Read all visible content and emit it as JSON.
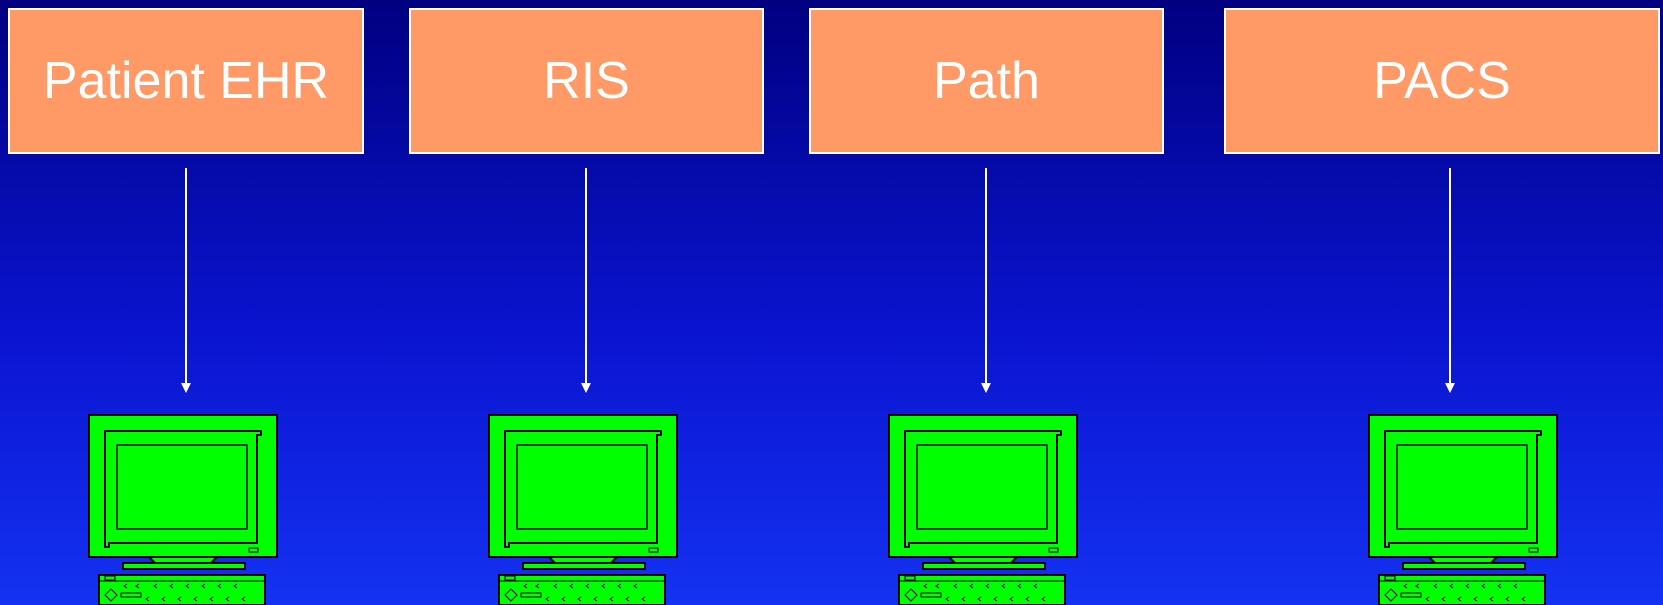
{
  "diagram": {
    "nodes": [
      {
        "id": "ehr",
        "label": "Patient EHR"
      },
      {
        "id": "ris",
        "label": "RIS"
      },
      {
        "id": "path",
        "label": "Path"
      },
      {
        "id": "pacs",
        "label": "PACS"
      }
    ],
    "edges": [
      {
        "from": "ehr",
        "to": "workstation-1"
      },
      {
        "from": "ris",
        "to": "workstation-2"
      },
      {
        "from": "path",
        "to": "workstation-3"
      },
      {
        "from": "pacs",
        "to": "workstation-4"
      }
    ],
    "workstations": [
      {
        "id": "workstation-1",
        "icon": "computer-icon"
      },
      {
        "id": "workstation-2",
        "icon": "computer-icon"
      },
      {
        "id": "workstation-3",
        "icon": "computer-icon"
      },
      {
        "id": "workstation-4",
        "icon": "computer-icon"
      }
    ]
  },
  "colors": {
    "background_top": "#000080",
    "background_bottom": "#1432F2",
    "box_fill": "#FF9966",
    "box_border": "#FFFFFF",
    "label_text": "#FFFFFF",
    "arrow": "#FFFFFF",
    "computer_body": "#00FF00",
    "computer_outline": "#000000"
  }
}
